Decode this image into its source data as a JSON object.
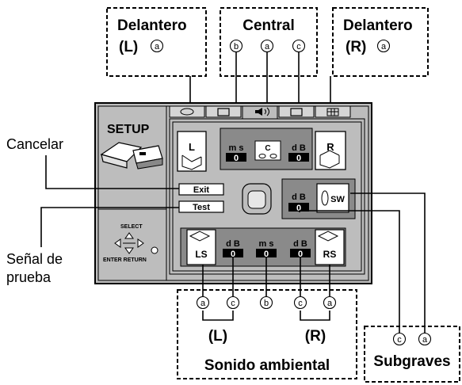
{
  "callouts": {
    "front_left": {
      "line1": "Delantero",
      "line2": "(L)",
      "circ": "a"
    },
    "center": {
      "title": "Central",
      "circ1": "b",
      "circ2": "a",
      "circ3": "c"
    },
    "front_right": {
      "line1": "Delantero",
      "line2": "(R)",
      "circ": "a"
    },
    "surround": {
      "circ1": "a",
      "circ2": "c",
      "circ3": "b",
      "circ4": "c",
      "circ5": "a",
      "left": "(L)",
      "right": "(R)",
      "title": "Sonido ambiental"
    },
    "subwoofer": {
      "circ1": "c",
      "circ2": "a",
      "title": "Subgraves"
    }
  },
  "labels": {
    "cancel": "Cancelar",
    "test_signal_1": "Señal de",
    "test_signal_2": "prueba"
  },
  "panel": {
    "title": "SETUP",
    "select": "SELECT",
    "enter_return": "ENTER RETURN",
    "exit": "Exit",
    "test": "Test",
    "speakers": {
      "L": "L",
      "C": "C",
      "R": "R",
      "LS": "LS",
      "RS": "RS",
      "SW": "SW"
    },
    "units": {
      "ms": "m s",
      "db": "d B"
    },
    "values": {
      "center_ms": "0",
      "center_db": "0",
      "sw_db": "0",
      "ls_db": "0",
      "surround_ms": "0",
      "rs_db": "0"
    }
  }
}
